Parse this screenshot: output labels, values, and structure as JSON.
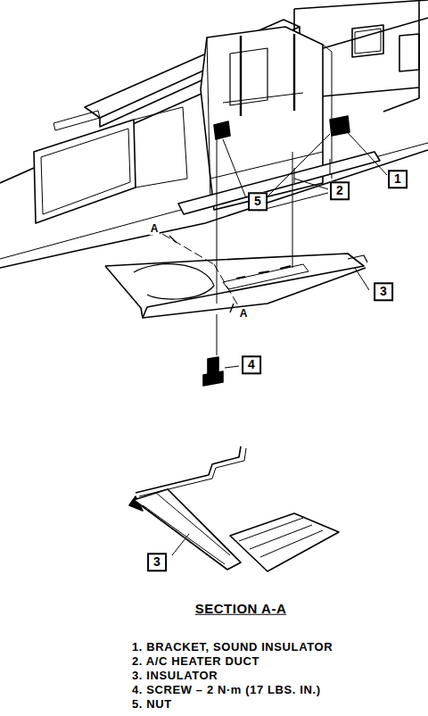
{
  "diagram": {
    "labels": [
      "1",
      "2",
      "5",
      "3",
      "4",
      "A",
      "A",
      "3",
      "SECTION A-A",
      "1. BRACKET, SOUND INSULATOR",
      "2. A/C HEATER DUCT",
      "3. INSULATOR",
      "4. SCREW – 2 N·m (17 LBS. IN.)",
      "5. NUT"
    ]
  }
}
